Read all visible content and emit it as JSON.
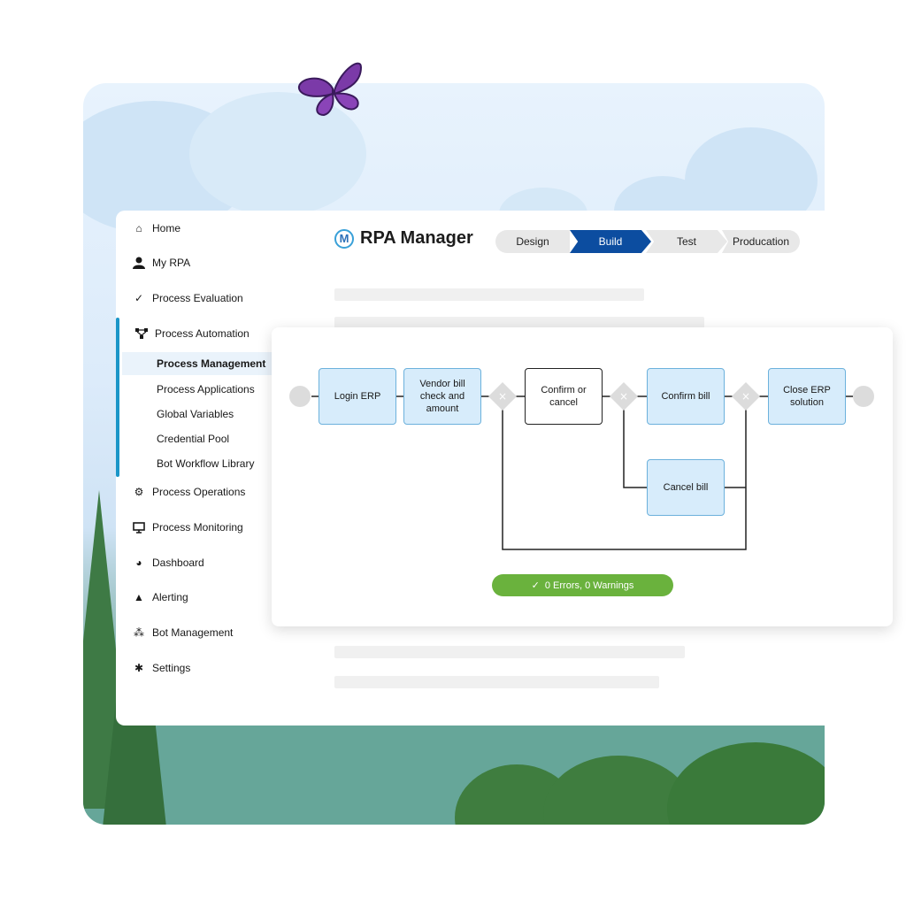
{
  "app": {
    "title": "RPA Manager",
    "logo_letter": "M"
  },
  "steps": [
    {
      "label": "Design",
      "active": false
    },
    {
      "label": "Build",
      "active": true
    },
    {
      "label": "Test",
      "active": false
    },
    {
      "label": "Producation",
      "active": false
    }
  ],
  "sidebar": {
    "items": [
      {
        "label": "Home",
        "icon": "home-icon"
      },
      {
        "label": "My RPA",
        "icon": "user-icon"
      },
      {
        "label": "Process Evaluation",
        "icon": "check-icon"
      },
      {
        "label": "Process Automation",
        "icon": "flow-icon"
      },
      {
        "label": "Process Operations",
        "icon": "operations-icon"
      },
      {
        "label": "Process Monitoring",
        "icon": "monitor-icon"
      },
      {
        "label": "Dashboard",
        "icon": "pie-chart-icon"
      },
      {
        "label": "Alerting",
        "icon": "warning-icon"
      },
      {
        "label": "Bot Management",
        "icon": "bot-icon"
      },
      {
        "label": "Settings",
        "icon": "gear-icon"
      }
    ],
    "subitems": [
      {
        "label": "Process Management",
        "active": true
      },
      {
        "label": "Process Applications",
        "active": false
      },
      {
        "label": "Global Variables",
        "active": false
      },
      {
        "label": "Credential Pool",
        "active": false
      },
      {
        "label": "Bot Workflow Library",
        "active": false
      }
    ]
  },
  "flow": {
    "nodes": {
      "login": "Login ERP",
      "vendor": "Vendor bill check and amount",
      "confirm_or_cancel": "Confirm or cancel",
      "confirm_bill": "Confirm bill",
      "cancel_bill": "Cancel bill",
      "close": "Close ERP solution"
    },
    "gateway_symbol": "×"
  },
  "status": {
    "text": "0 Errors, 0 Warnings",
    "color": "#6ab23d"
  },
  "colors": {
    "accent": "#1b96c8",
    "active_step": "#0c4da0",
    "node_fill": "#d7ecfb"
  }
}
